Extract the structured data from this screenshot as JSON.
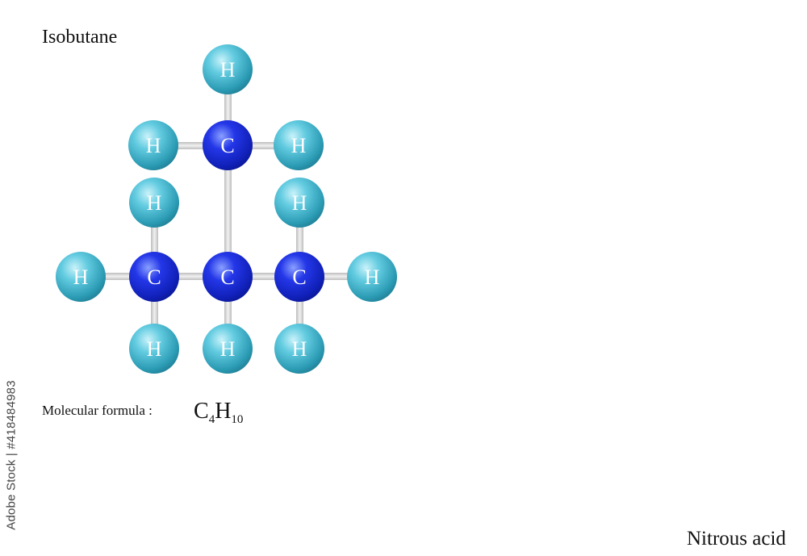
{
  "title": "Isobutane",
  "footer_label": "Nitrous acid",
  "formula": {
    "label": "Molecular formula :",
    "element_1": "C",
    "count_1": "4",
    "element_2": "H",
    "count_2": "10"
  },
  "watermark": "Adobe Stock | #418484983",
  "atoms": {
    "carbon_label": "C",
    "hydrogen_label": "H"
  },
  "colors": {
    "carbon": "#1a2bd6",
    "hydrogen": "#3fb3cc",
    "bond": "#d9d9d9"
  }
}
